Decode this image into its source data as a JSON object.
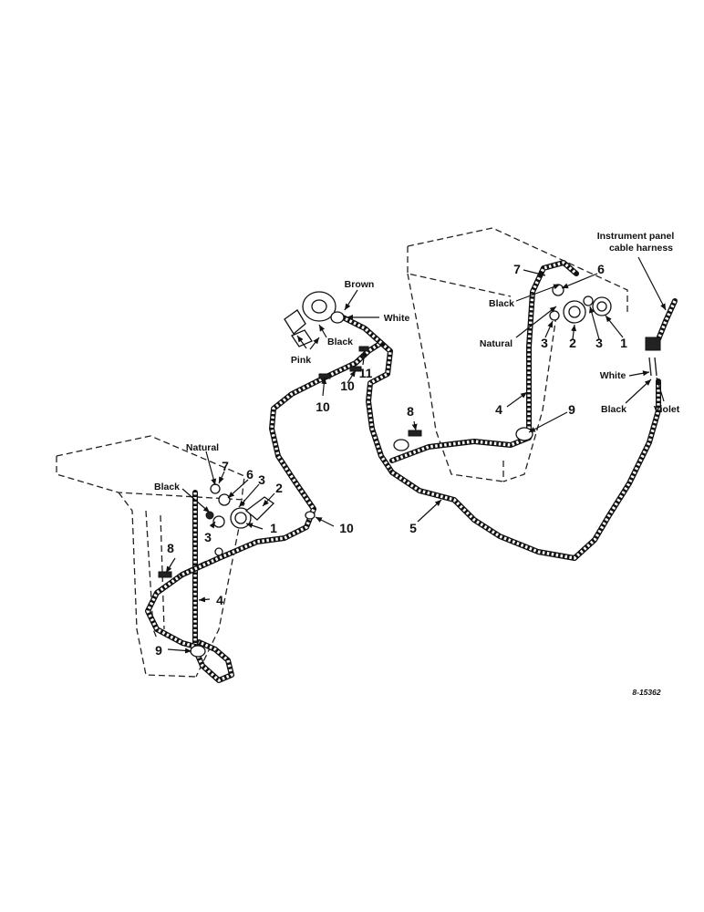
{
  "callouts": {
    "instrument_panel_line1": "Instrument panel",
    "instrument_panel_line2": "cable harness",
    "drawing_number": "8-15362"
  },
  "colors": {
    "brown": "Brown",
    "white": "White",
    "black": "Black",
    "pink": "Pink",
    "natural": "Natural",
    "violet": "Violet"
  },
  "part_numbers": [
    "1",
    "2",
    "3",
    "4",
    "5",
    "6",
    "7",
    "8",
    "9",
    "10",
    "11"
  ]
}
